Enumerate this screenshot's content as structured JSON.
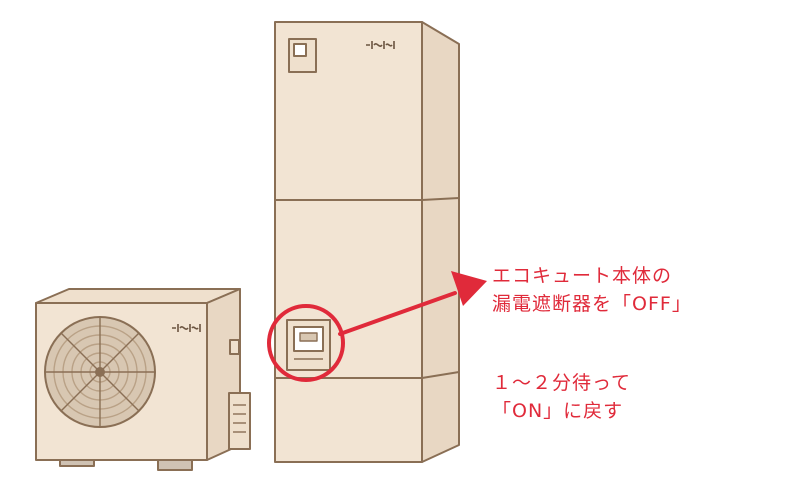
{
  "illustration": {
    "subject": "Eco Cute water heater: storage tank unit and outdoor heat pump unit",
    "colors": {
      "unit_fill": "#f2e4d3",
      "unit_side": "#e8d7c3",
      "outline": "#8a6f55",
      "fan_grille": "#b9a186",
      "accent": "#e02a3a",
      "background": "#ffffff"
    },
    "icons": [
      "breaker-panel-icon",
      "highlight-circle-icon",
      "pointer-arrow-icon",
      "fan-grille-icon"
    ]
  },
  "instruction": {
    "step1_lines": [
      "エコキュート本体の",
      "漏電遮断器を「OFF」"
    ],
    "step2_lines": [
      "１～２分待って",
      "「ON」に戻す"
    ]
  }
}
